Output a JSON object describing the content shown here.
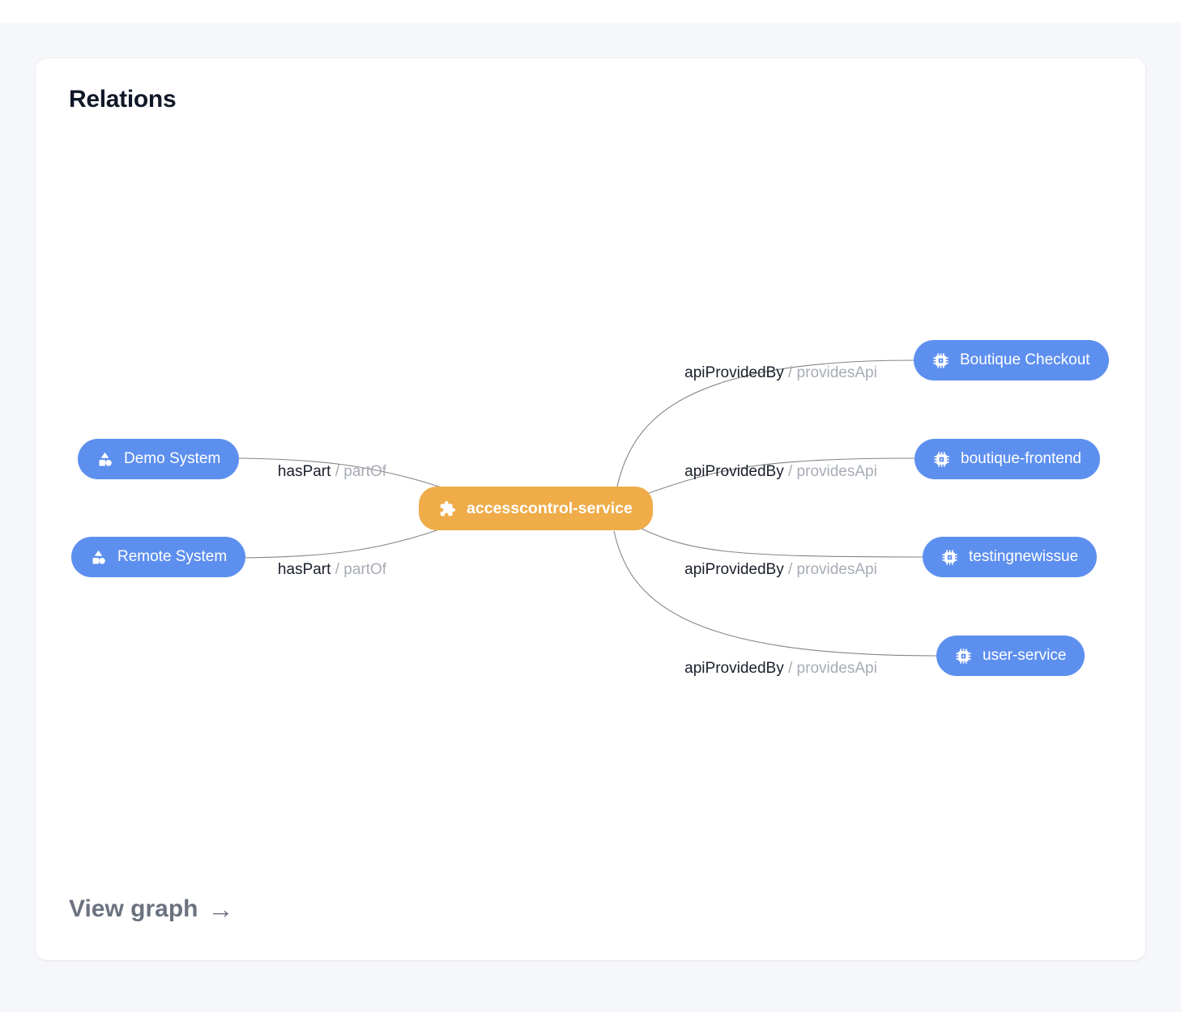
{
  "card": {
    "title": "Relations",
    "view_graph_label": "View graph",
    "view_graph_arrow": "→"
  },
  "colors": {
    "page_background": "#F6F7FA",
    "card_background": "#FFFFFF",
    "title": "#101828",
    "system_node": "#5D8FEF",
    "component_node": "#EFAC49",
    "api_node": "#5D8FEF",
    "edge_line": "#868686",
    "edge_label_primary": "#1A1F2B",
    "edge_label_secondary": "#A7ACB5",
    "view_graph": "#6B7280"
  },
  "nodes": {
    "demo_system": {
      "label": "Demo System",
      "type": "system"
    },
    "remote_system": {
      "label": "Remote System",
      "type": "system"
    },
    "accesscontrol_service": {
      "label": "accesscontrol-service",
      "type": "component"
    },
    "boutique_checkout": {
      "label": "Boutique Checkout",
      "type": "api"
    },
    "boutique_frontend": {
      "label": "boutique-frontend",
      "type": "api"
    },
    "testingnewissue": {
      "label": "testingnewissue",
      "type": "api"
    },
    "user_service": {
      "label": "user-service",
      "type": "api"
    }
  },
  "edges": [
    {
      "from": "Demo System",
      "to": "accesscontrol-service",
      "primary": "hasPart",
      "separator": "/",
      "secondary": "partOf"
    },
    {
      "from": "Remote System",
      "to": "accesscontrol-service",
      "primary": "hasPart",
      "separator": "/",
      "secondary": "partOf"
    },
    {
      "from": "accesscontrol-service",
      "to": "Boutique Checkout",
      "primary": "apiProvidedBy",
      "separator": "/",
      "secondary": "providesApi"
    },
    {
      "from": "accesscontrol-service",
      "to": "boutique-frontend",
      "primary": "apiProvidedBy",
      "separator": "/",
      "secondary": "providesApi"
    },
    {
      "from": "accesscontrol-service",
      "to": "testingnewissue",
      "primary": "apiProvidedBy",
      "separator": "/",
      "secondary": "providesApi"
    },
    {
      "from": "accesscontrol-service",
      "to": "user-service",
      "primary": "apiProvidedBy",
      "separator": "/",
      "secondary": "providesApi"
    }
  ]
}
